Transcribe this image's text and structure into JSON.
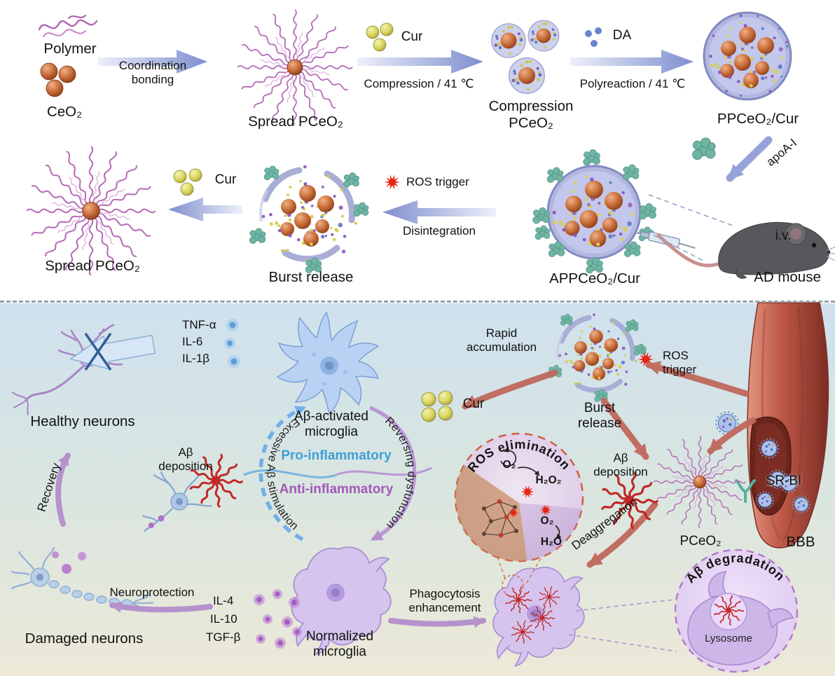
{
  "colors": {
    "arrow_periwinkle": "#8290cf",
    "arrow_red": "#c0685c",
    "arrow_purple": "#b592cc",
    "arc_blue": "#6fb0e8",
    "pro_blue": "#3f9fd8",
    "anti_purple": "#a258b8",
    "polymer_magenta": "#b56ab5",
    "cur_yellow": "#d9d660",
    "teal_apoa": "#6fb5a4",
    "ros_red": "#e62312"
  },
  "scheme": {
    "polymer": "Polymer",
    "ceo2": "CeO₂",
    "coordination_bonding": "Coordination bonding",
    "spread_pceo2": "Spread PCeO₂",
    "cur1": "Cur",
    "compression_temp": "Compression / 41 ℃",
    "compression_pceo2": "Compression PCeO₂",
    "da": "DA",
    "polyreaction_temp": "Polyreaction / 41 ℃",
    "ppceo2_cur": "PPCeO₂/Cur",
    "apoa1": "apoA-I",
    "iv": "i.v.",
    "ad_mouse": "AD mouse",
    "appceo2_cur": "APPCeO₂/Cur",
    "ros_trigger": "ROS trigger",
    "disintegration": "Disintegration",
    "burst_release": "Burst release",
    "cur2": "Cur",
    "spread_pceo2_2": "Spread PCeO₂"
  },
  "mechanism": {
    "ros_trigger": "ROS trigger",
    "burst_release": "Burst release",
    "rapid_accumulation": "Rapid accumulation",
    "cur": "Cur",
    "sr_bi": "SR-BI",
    "bbb": "BBB",
    "cytokines_pro": [
      "TNF-α",
      "IL-6",
      "IL-1β"
    ],
    "cytokines_anti": [
      "IL-4",
      "IL-10",
      "TGF-β"
    ],
    "healthy_neurons": "Healthy neurons",
    "activated_microglia": "Aβ-activated microglia",
    "pro_inflammatory": "Pro-inflammatory",
    "anti_inflammatory": "Anti-inflammatory",
    "excessive_stimulation": "Excessive Aβ stimulation",
    "reversing_dysfunction": "Reversing dysfunction",
    "ab_deposition_left": "Aβ deposition",
    "recovery": "Recovery",
    "neuroprotection": "Neuroprotection",
    "damaged_neurons": "Damaged neurons",
    "normalized_microglia": "Normalized microglia",
    "phagocytosis_enhancement": "Phagocytosis enhancement",
    "ros_elimination": "ROS elimination",
    "chem_o2_a": "O₂",
    "chem_h2o2": "H₂O₂",
    "chem_o2_b": "O₂",
    "chem_h2o": "H₂O",
    "ab_deposition_right": "Aβ deposition",
    "pceo2": "PCeO₂",
    "deaggregation": "Deaggregation",
    "ab_degradation": "Aβ degradation",
    "lysosome": "Lysosome"
  }
}
